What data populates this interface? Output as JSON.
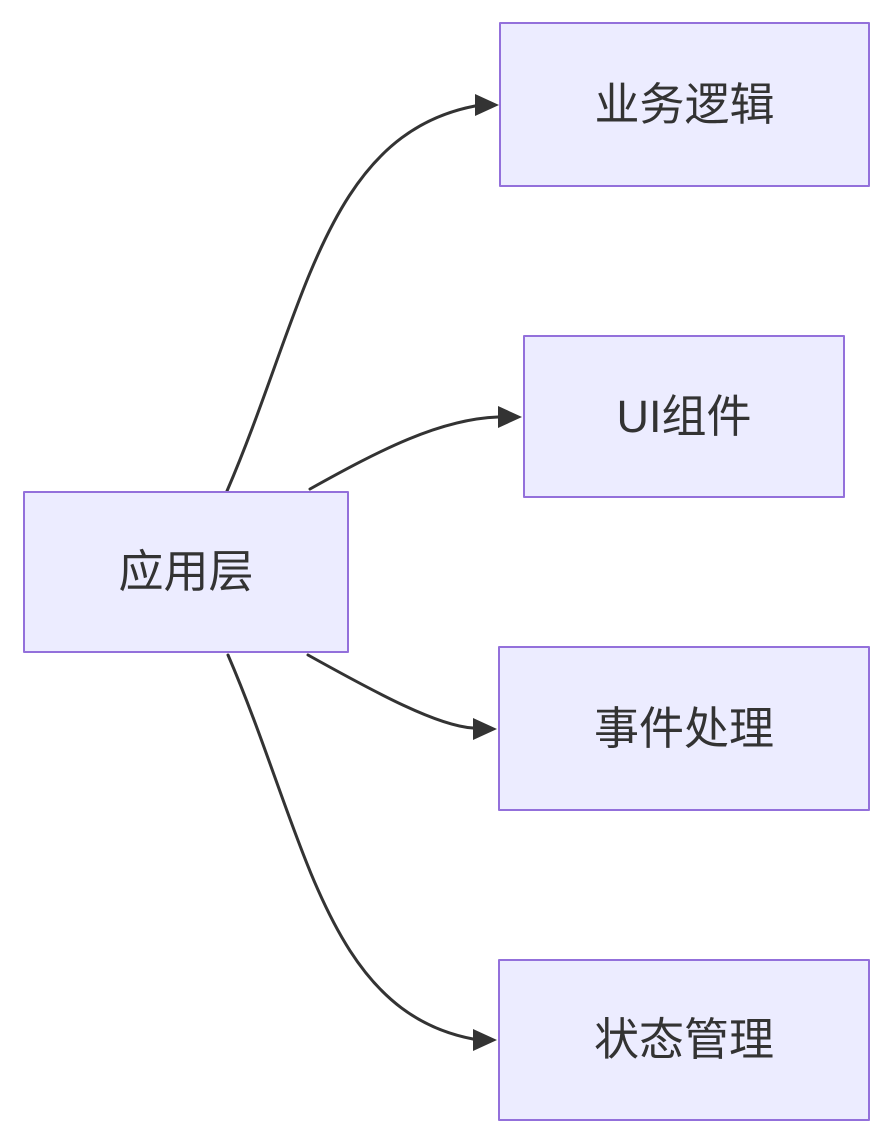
{
  "diagram": {
    "type": "flowchart",
    "direction": "LR",
    "background_color": "#ffffff",
    "node_fill_color": "#ECECFF",
    "node_border_color": "#9370DB",
    "edge_color": "#333333",
    "text_color": "#333333",
    "nodes": [
      {
        "id": "app-layer",
        "label": "应用层"
      },
      {
        "id": "business-logic",
        "label": "业务逻辑"
      },
      {
        "id": "ui-components",
        "label": "UI组件"
      },
      {
        "id": "event-handling",
        "label": "事件处理"
      },
      {
        "id": "state-management",
        "label": "状态管理"
      }
    ],
    "edges": [
      {
        "from": "应用层",
        "to": "业务逻辑"
      },
      {
        "from": "应用层",
        "to": "UI组件"
      },
      {
        "from": "应用层",
        "to": "事件处理"
      },
      {
        "from": "应用层",
        "to": "状态管理"
      }
    ]
  }
}
